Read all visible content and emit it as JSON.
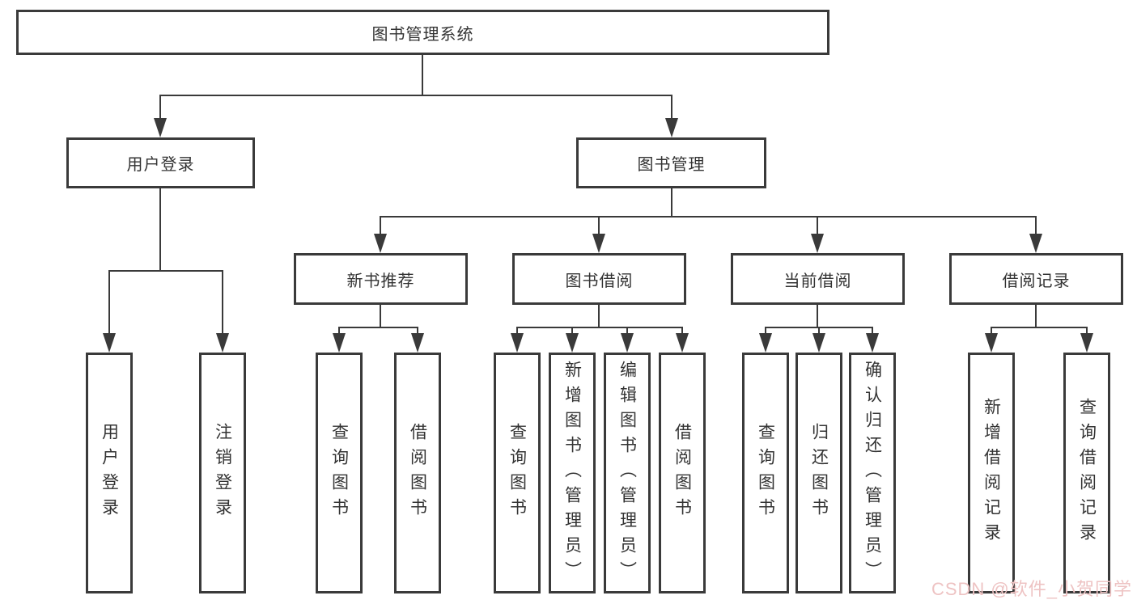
{
  "diagram": {
    "root": {
      "label": "图书管理系统"
    },
    "branches": [
      {
        "label": "用户登录",
        "children": [
          {
            "label": "用户登录"
          },
          {
            "label": "注销登录"
          }
        ]
      },
      {
        "label": "图书管理",
        "children": [
          {
            "label": "新书推荐",
            "children": [
              {
                "label": "查询图书"
              },
              {
                "label": "借阅图书"
              }
            ]
          },
          {
            "label": "图书借阅",
            "children": [
              {
                "label": "查询图书"
              },
              {
                "label": "新增图书（管理员）"
              },
              {
                "label": "编辑图书（管理员）"
              },
              {
                "label": "借阅图书"
              }
            ]
          },
          {
            "label": "当前借阅",
            "children": [
              {
                "label": "查询图书"
              },
              {
                "label": "归还图书"
              },
              {
                "label": "确认归还（管理员）"
              }
            ]
          },
          {
            "label": "借阅记录",
            "children": [
              {
                "label": "新增借阅记录"
              },
              {
                "label": "查询借阅记录"
              }
            ]
          }
        ]
      }
    ]
  },
  "watermark": {
    "text": "CSDN @软件_小贺同学"
  },
  "colors": {
    "line": "#3a3a3a",
    "text": "#333333",
    "watermark": "#eec3c3",
    "background": "#ffffff"
  }
}
